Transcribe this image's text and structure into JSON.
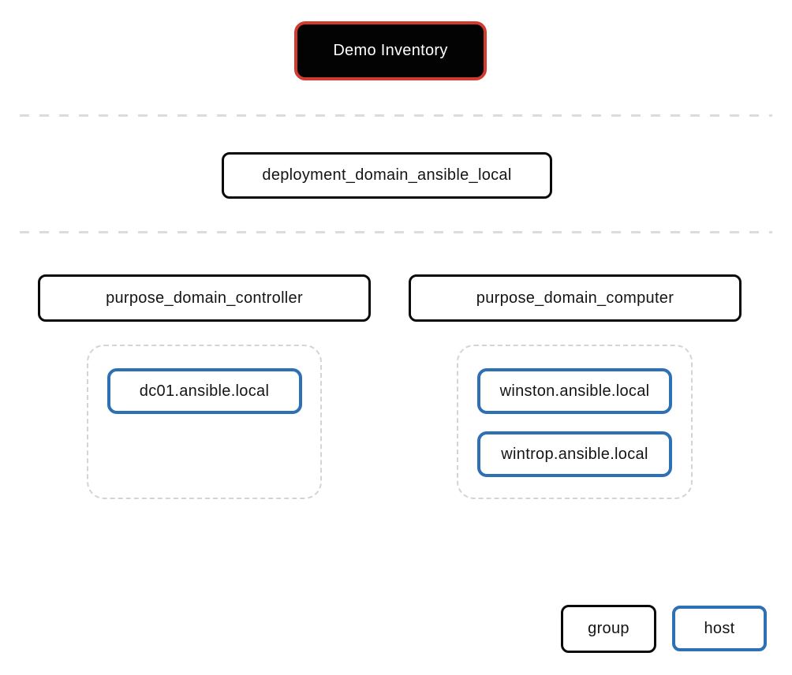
{
  "inventory": {
    "label": "Demo Inventory"
  },
  "deployment_group": {
    "label": "deployment_domain_ansible_local"
  },
  "purpose_groups": [
    {
      "label": "purpose_domain_controller",
      "hosts": [
        "dc01.ansible.local"
      ]
    },
    {
      "label": "purpose_domain_computer",
      "hosts": [
        "winston.ansible.local",
        "wintrop.ansible.local"
      ]
    }
  ],
  "legend": {
    "group_label": "group",
    "host_label": "host"
  },
  "colors": {
    "inventory_fill": "#030303",
    "inventory_border": "#d23c30",
    "group_border": "#0a0a0a",
    "host_border": "#2e70b4",
    "separator": "#dcdcdc",
    "host_container_border": "#d4d4d4"
  }
}
